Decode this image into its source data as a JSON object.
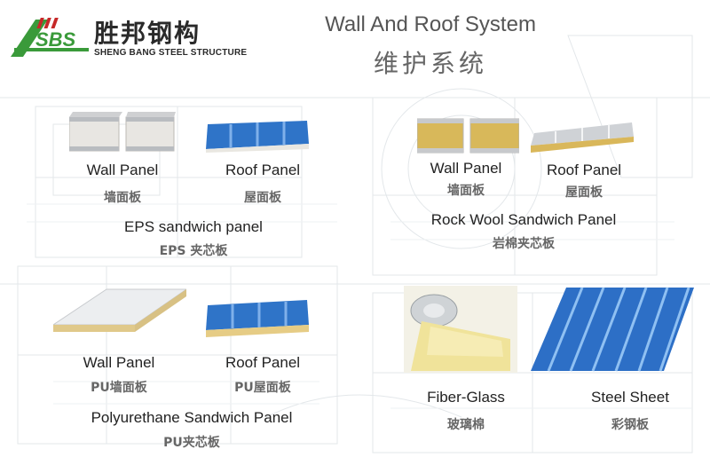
{
  "logo": {
    "mark_text": "SBS",
    "name_cn": "胜邦钢构",
    "name_en": "SHENG BANG STEEL STRUCTURE",
    "colors": {
      "green": "#3a9a3a",
      "red": "#c62828"
    }
  },
  "title": {
    "en": "Wall And Roof System",
    "cn": "维护系统"
  },
  "eps": {
    "wall": {
      "en": "Wall Panel",
      "cn": "墙面板"
    },
    "roof": {
      "en": "Roof Panel",
      "cn": "屋面板"
    },
    "group": {
      "en": "EPS sandwich panel",
      "cn": "EPS 夹芯板"
    }
  },
  "rockwool": {
    "wall": {
      "en": "Wall Panel",
      "cn": "墙面板"
    },
    "roof": {
      "en": "Roof Panel",
      "cn": "屋面板"
    },
    "group": {
      "en": "Rock Wool Sandwich Panel",
      "cn": "岩棉夹芯板"
    }
  },
  "pu": {
    "wall": {
      "en": "Wall Panel",
      "cn": "PU墙面板"
    },
    "roof": {
      "en": "Roof Panel",
      "cn": "PU屋面板"
    },
    "group": {
      "en": "Polyurethane Sandwich Panel",
      "cn": "PU夹芯板"
    }
  },
  "fiberglass": {
    "en": "Fiber-Glass",
    "cn": "玻璃棉"
  },
  "steelsheet": {
    "en": "Steel Sheet",
    "cn": "彩钢板"
  },
  "icons": [
    "blueprint-background",
    "sbs-logo-mark",
    "eps-wall-panel-image",
    "eps-roof-panel-image",
    "rockwool-wall-panel-image",
    "rockwool-roof-panel-image",
    "pu-wall-panel-image",
    "pu-roof-panel-image",
    "fiberglass-roll-image",
    "steel-sheet-image"
  ]
}
